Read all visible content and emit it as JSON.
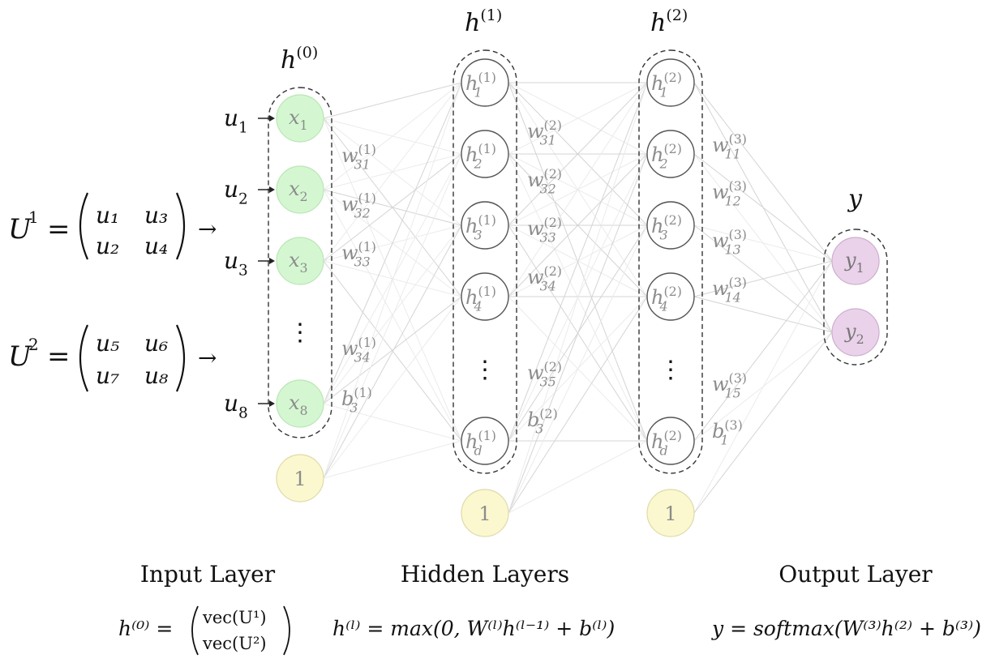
{
  "inputs": {
    "header": "h",
    "header_sup": "(0)",
    "nodes": [
      {
        "base": "x",
        "sub": "1",
        "src_base": "u",
        "src_sub": "1"
      },
      {
        "base": "x",
        "sub": "2",
        "src_base": "u",
        "src_sub": "2"
      },
      {
        "base": "x",
        "sub": "3",
        "src_base": "u",
        "src_sub": "3"
      },
      {
        "base": "x",
        "sub": "8",
        "src_base": "u",
        "src_sub": "8"
      }
    ],
    "ellipsis": "⋮",
    "bias": "1",
    "weights": [
      {
        "base": "w",
        "sub": "31",
        "sup": "(1)"
      },
      {
        "base": "w",
        "sub": "32",
        "sup": "(1)"
      },
      {
        "base": "w",
        "sub": "33",
        "sup": "(1)"
      },
      {
        "base": "w",
        "sub": "34",
        "sup": "(1)"
      },
      {
        "base": "b",
        "sub": "3",
        "sup": "(1)"
      }
    ]
  },
  "hidden1": {
    "header": "h",
    "header_sup": "(1)",
    "nodes": [
      {
        "base": "h",
        "sub": "1",
        "sup": "(1)"
      },
      {
        "base": "h",
        "sub": "2",
        "sup": "(1)"
      },
      {
        "base": "h",
        "sub": "3",
        "sup": "(1)"
      },
      {
        "base": "h",
        "sub": "4",
        "sup": "(1)"
      },
      {
        "base": "h",
        "sub": "d",
        "sup": "(1)"
      }
    ],
    "ellipsis": "⋮",
    "bias": "1",
    "weights": [
      {
        "base": "w",
        "sub": "31",
        "sup": "(2)"
      },
      {
        "base": "w",
        "sub": "32",
        "sup": "(2)"
      },
      {
        "base": "w",
        "sub": "33",
        "sup": "(2)"
      },
      {
        "base": "w",
        "sub": "34",
        "sup": "(2)"
      },
      {
        "base": "w",
        "sub": "35",
        "sup": "(2)"
      },
      {
        "base": "b",
        "sub": "3",
        "sup": "(2)"
      }
    ]
  },
  "hidden2": {
    "header": "h",
    "header_sup": "(2)",
    "nodes": [
      {
        "base": "h",
        "sub": "1",
        "sup": "(2)"
      },
      {
        "base": "h",
        "sub": "2",
        "sup": "(2)"
      },
      {
        "base": "h",
        "sub": "3",
        "sup": "(2)"
      },
      {
        "base": "h",
        "sub": "4",
        "sup": "(2)"
      },
      {
        "base": "h",
        "sub": "d",
        "sup": "(2)"
      }
    ],
    "ellipsis": "⋮",
    "bias": "1",
    "weights": [
      {
        "base": "w",
        "sub": "11",
        "sup": "(3)"
      },
      {
        "base": "w",
        "sub": "12",
        "sup": "(3)"
      },
      {
        "base": "w",
        "sub": "13",
        "sup": "(3)"
      },
      {
        "base": "w",
        "sub": "14",
        "sup": "(3)"
      },
      {
        "base": "w",
        "sub": "15",
        "sup": "(3)"
      },
      {
        "base": "b",
        "sub": "1",
        "sup": "(3)"
      }
    ]
  },
  "output": {
    "header": "y",
    "nodes": [
      {
        "base": "y",
        "sub": "1"
      },
      {
        "base": "y",
        "sub": "2"
      }
    ]
  },
  "matrices": [
    {
      "name": "U",
      "sup": "1",
      "rows": [
        [
          "u₁",
          "u₃"
        ],
        [
          "u₂",
          "u₄"
        ]
      ],
      "arrow": "→"
    },
    {
      "name": "U",
      "sup": "2",
      "rows": [
        [
          "u₅",
          "u₆"
        ],
        [
          "u₇",
          "u₈"
        ]
      ],
      "arrow": "→"
    }
  ],
  "layer_titles": {
    "input": "Input Layer",
    "hidden": "Hidden Layers",
    "output": "Output Layer"
  },
  "formulas": {
    "input_lhs": "h⁽⁰⁾ =",
    "input_vec": [
      "vec(U¹)",
      "vec(U²)"
    ],
    "hidden": "h⁽ˡ⁾ = max(0, W⁽ˡ⁾h⁽ˡ⁻¹⁾ + b⁽ˡ⁾)",
    "output": "y = softmax(W⁽³⁾h⁽²⁾ + b⁽³⁾)"
  },
  "colors": {
    "input_node": "#d4f7d1",
    "output_node": "#ead2ea",
    "bias_node": "#fbf8cf",
    "edge": "#d4d4d4"
  }
}
